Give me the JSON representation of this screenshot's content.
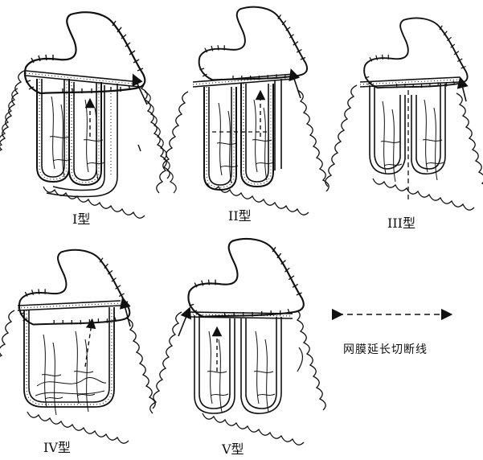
{
  "panels": [
    {
      "id": "type-1",
      "label": "I型"
    },
    {
      "id": "type-2",
      "label": "II型"
    },
    {
      "id": "type-3",
      "label": "III型"
    },
    {
      "id": "type-4",
      "label": "IV型"
    },
    {
      "id": "type-5",
      "label": "V型"
    }
  ],
  "legend": {
    "label": "网膜延长切断线",
    "line_style": "dashed",
    "arrow_icon": "double-headed-arrow-icon"
  },
  "colors": {
    "ink": "#111111",
    "background": "#ffffff"
  }
}
